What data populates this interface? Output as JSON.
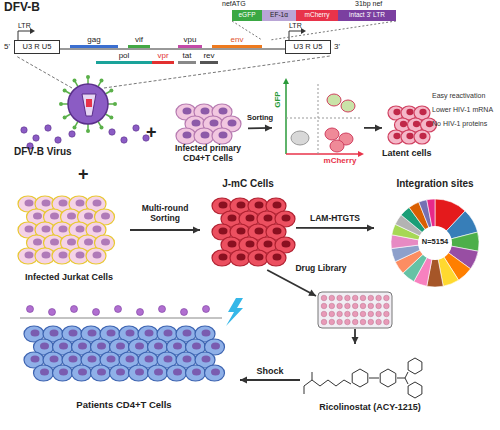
{
  "diagram": {
    "nodes": [
      {
        "text": [
          "U3 R U5"
        ]
      },
      {
        "text": [
          "gag"
        ]
      },
      {
        "text": [
          "vif"
        ]
      },
      {
        "text": [
          "vpu"
        ]
      },
      {
        "text": [
          "env"
        ]
      },
      {
        "text": [
          "pol"
        ]
      },
      {
        "text": [
          "vpr"
        ]
      },
      {
        "text": [
          "tat"
        ]
      },
      {
        "text": [
          "rev"
        ]
      },
      {
        "text": [
          "eGFP"
        ]
      },
      {
        "text": [
          "EF-1α"
        ]
      },
      {
        "text": [
          "mCherry"
        ]
      },
      {
        "text": [
          "intact 3' LTR"
        ]
      },
      {
        "text": [
          "U3 R U5"
        ]
      },
      {
        "text": [
          "DFV-B Virus"
        ]
      },
      {
        "text": [
          "Infected primary CD4+T Cells"
        ]
      },
      {
        "text": [
          "GFP",
          "mCherry"
        ]
      },
      {
        "text": [
          "Easy reactivation",
          "Lower HIV-1 mRNA",
          "No HIV-1 proteins",
          "Latent cells"
        ]
      },
      {
        "text": [
          "Infected Jurkat Cells"
        ]
      },
      {
        "text": [
          "J-mC Cells"
        ]
      },
      {
        "text": [
          "Integration sites",
          "N=5154"
        ]
      },
      {
        "text": [
          "Ricolinostat (ACY-1215)"
        ]
      },
      {
        "text": [
          "Patients CD4+T Cells"
        ]
      }
    ],
    "edges": [
      {
        "from": 15,
        "to": 16,
        "arrow": "to",
        "label": "Sorting"
      },
      {
        "from": 16,
        "to": 17,
        "arrow": "to"
      },
      {
        "from": 18,
        "to": 19,
        "arrow": "to",
        "label": "Multi-round Sorting"
      },
      {
        "from": 19,
        "to": 20,
        "arrow": "to",
        "label": "LAM-HTGTS"
      },
      {
        "from": 19,
        "to": 21,
        "arrow": "to",
        "label": "Drug Library"
      },
      {
        "from": 21,
        "to": 22,
        "arrow": "to",
        "label": "Shock"
      }
    ],
    "labels": [
      "DFV-B",
      "5'",
      "LTR",
      "nefATG",
      "31bp nef",
      "LTR",
      "3'",
      "+",
      "+"
    ]
  }
}
